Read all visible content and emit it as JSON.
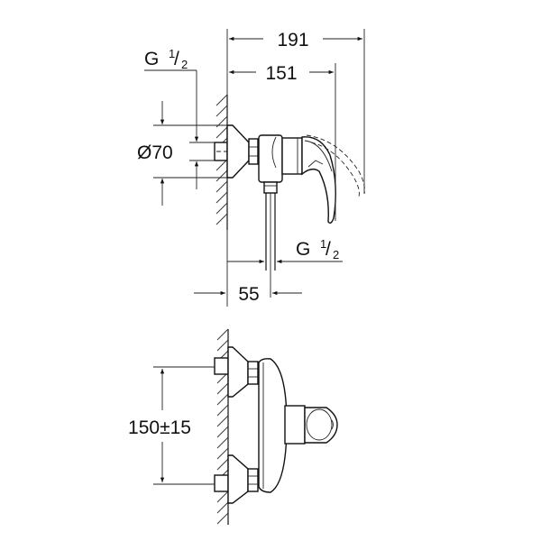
{
  "drawing": {
    "subject": "Wall-mounted single-lever shower mixer — dimension drawing",
    "views": [
      "side-view",
      "front-view"
    ]
  },
  "side_view": {
    "dimensions": {
      "overall_depth": "191",
      "spout_depth": "151",
      "inlet_thread_top": {
        "prefix": "G",
        "fraction_num": "1",
        "fraction_den": "2"
      },
      "escutcheon_diameter": "Ø70",
      "outlet_thread": {
        "prefix": "G",
        "fraction_num": "1",
        "fraction_den": "2"
      },
      "outlet_offset": "55"
    }
  },
  "front_view": {
    "dimensions": {
      "inlet_centres": "150±15"
    }
  },
  "colors": {
    "line": "#111111",
    "background": "#ffffff"
  }
}
